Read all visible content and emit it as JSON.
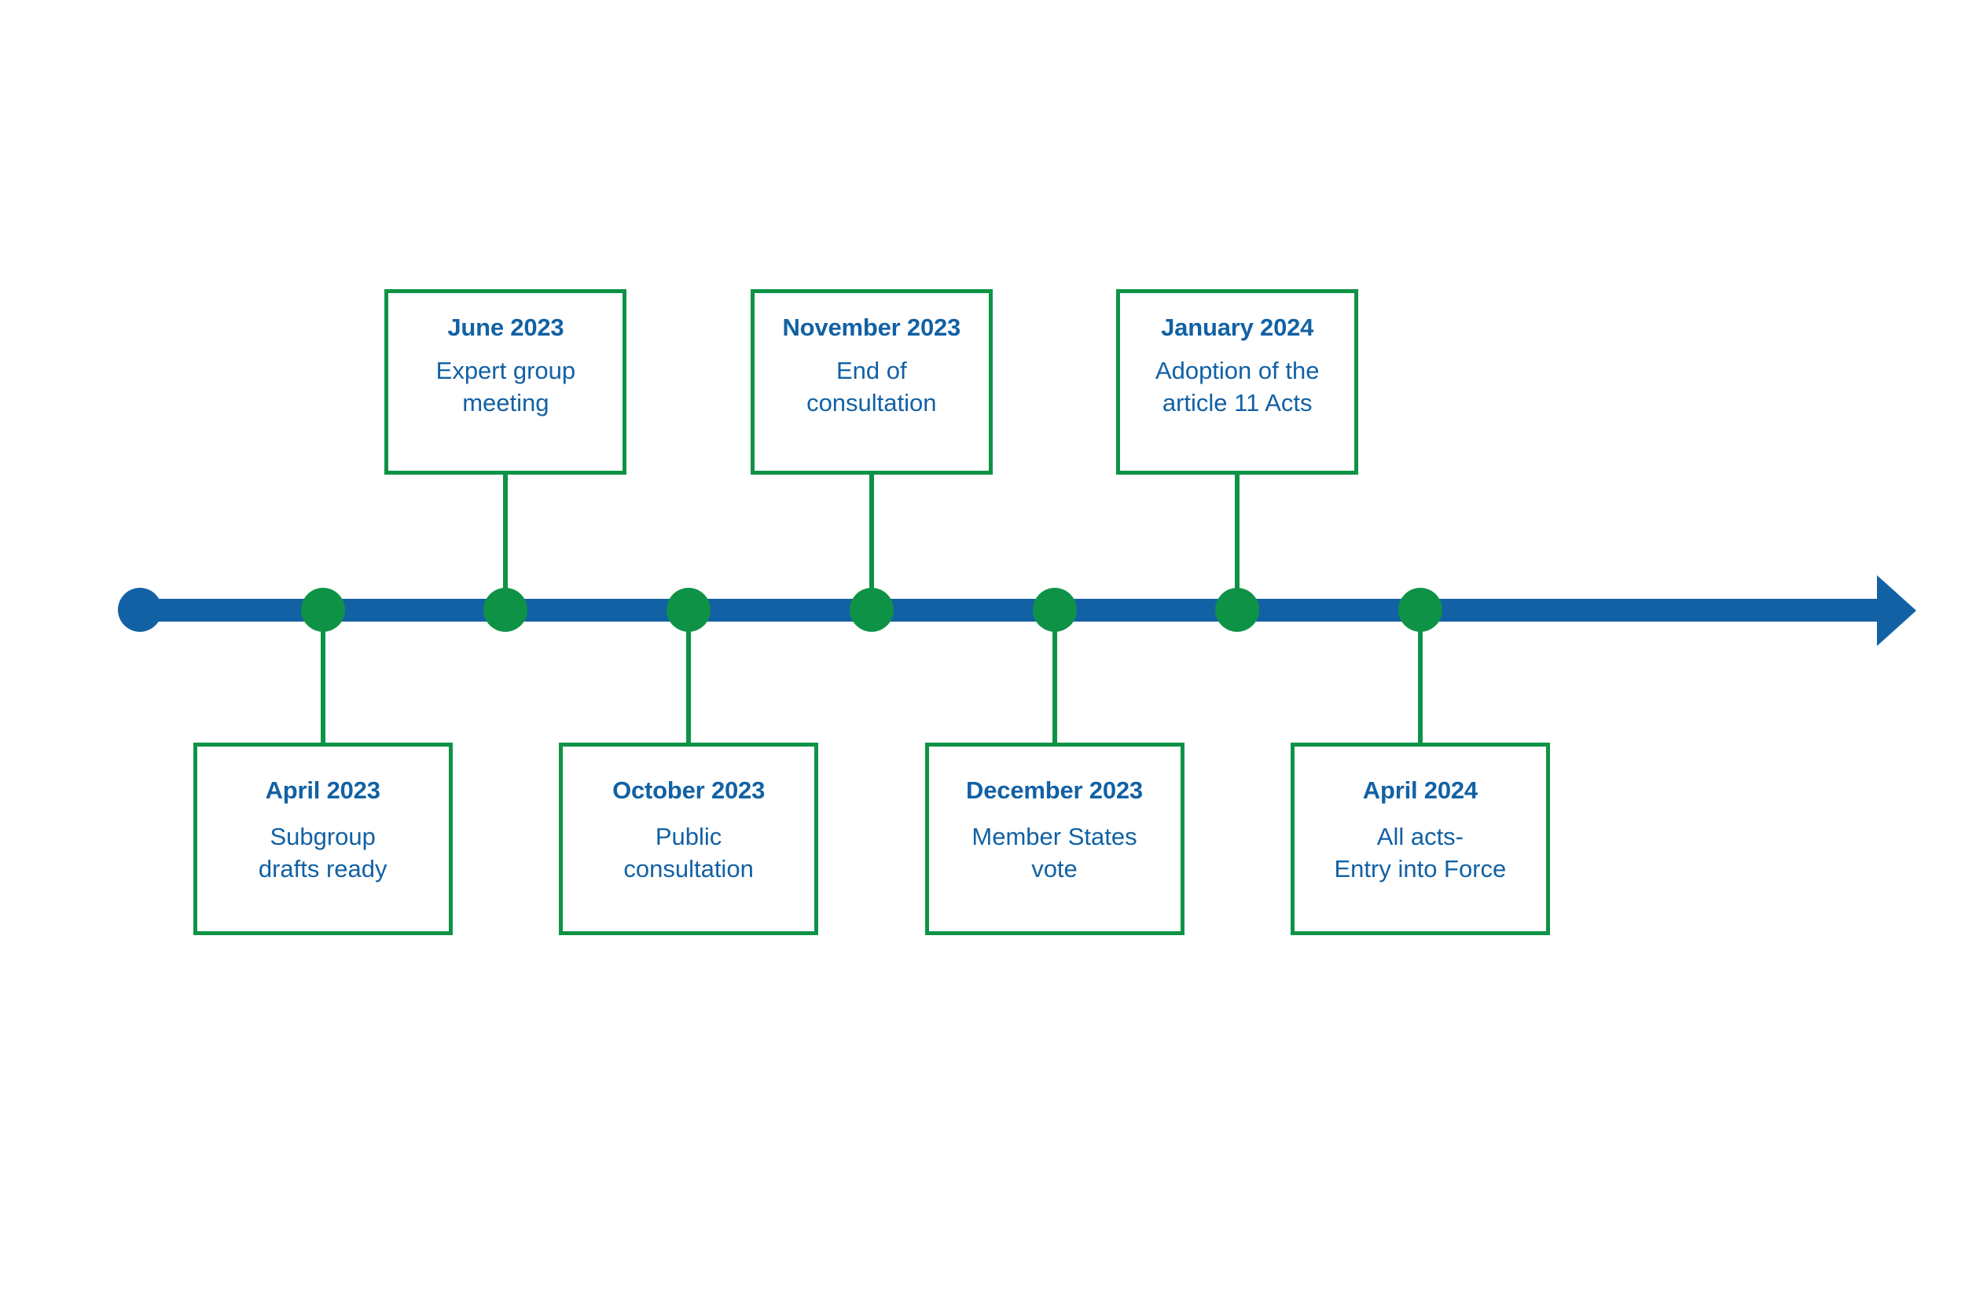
{
  "diagram": {
    "type": "horizontal-timeline",
    "title": "",
    "colors": {
      "axis_blue": "#1261A4",
      "node_green": "#0E9346",
      "text_blue": "#1261A4",
      "background": "#FFFFFF"
    },
    "axis": {
      "start_marker": "blue-dot",
      "end_marker": "arrowhead-right",
      "direction": "left-to-right"
    },
    "events": [
      {
        "date": "April 2023",
        "description": "Subgroup\ndrafts ready",
        "position": "below",
        "node_index": 1
      },
      {
        "date": "June 2023",
        "description": "Expert group\nmeeting",
        "position": "above",
        "node_index": 2
      },
      {
        "date": "October 2023",
        "description": "Public\nconsultation",
        "position": "below",
        "node_index": 3
      },
      {
        "date": "November 2023",
        "description": "End of\nconsultation",
        "position": "above",
        "node_index": 4
      },
      {
        "date": "December 2023",
        "description": "Member States\nvote",
        "position": "below",
        "node_index": 5
      },
      {
        "date": "January 2024",
        "description": "Adoption of the\narticle 11 Acts",
        "position": "above",
        "node_index": 6
      },
      {
        "date": "April 2024",
        "description": "All acts-\nEntry into Force",
        "position": "below",
        "node_index": 7
      }
    ]
  }
}
